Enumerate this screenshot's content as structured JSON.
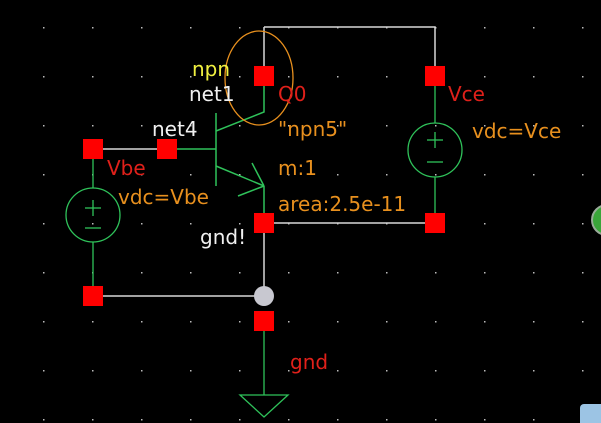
{
  "colors": {
    "wire": "#d8d8d8",
    "symbol": "#2fc25a",
    "pin": "#ff0000",
    "inst": "#e0201a",
    "prop": "#e8901e",
    "cell": "#f0f040",
    "net": "#f0f0f0",
    "bg": "#000000"
  },
  "transistor": {
    "cell": "npn",
    "name": "Q0",
    "model": "\"npn5\"",
    "m": "m:1",
    "area": "area:2.5e-11",
    "collector_net": "net1",
    "base_net": "net4",
    "emitter_net": "gnd!"
  },
  "vbe_source": {
    "name": "Vbe",
    "value": "vdc=Vbe"
  },
  "vce_source": {
    "name": "Vce",
    "value": "vdc=Vce"
  },
  "ground": {
    "name": "gnd"
  }
}
